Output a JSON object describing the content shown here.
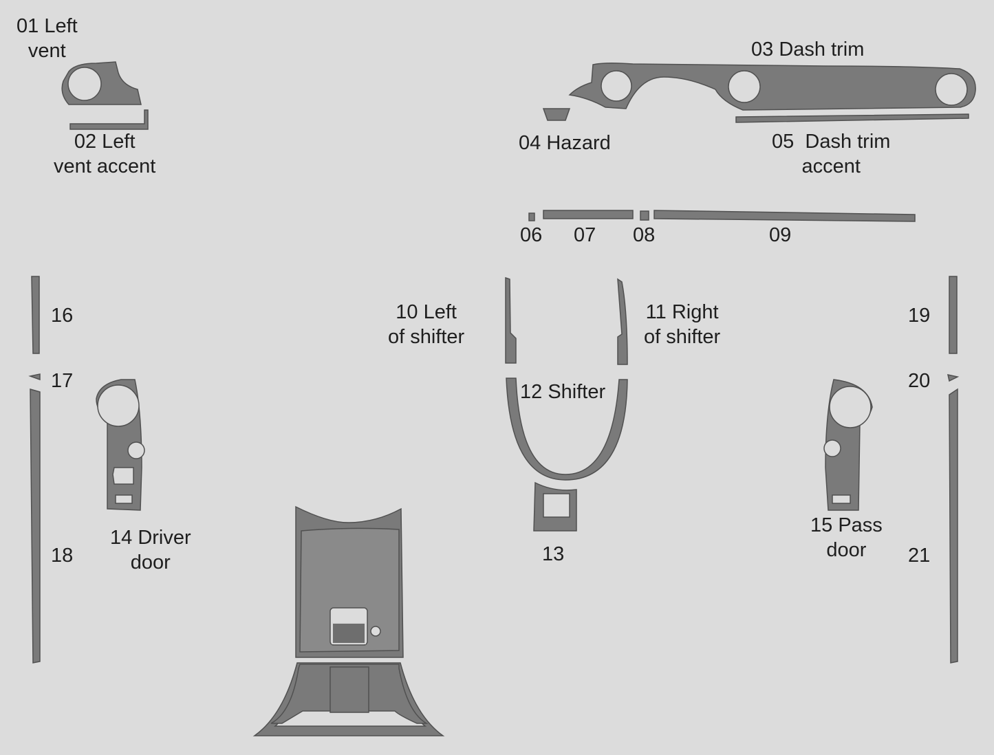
{
  "colors": {
    "background": "#dcdcdc",
    "part_fill": "#7a7a7a",
    "part_outline": "#505050",
    "text": "#1e1e1e"
  },
  "labels": {
    "p01": "01 Left\nvent",
    "p02": "02 Left\nvent accent",
    "p03": "03 Dash trim",
    "p04": "04 Hazard",
    "p05": "05  Dash trim\naccent",
    "p06": "06",
    "p07": "07",
    "p08": "08",
    "p09": "09",
    "p10": "10 Left\nof shifter",
    "p11": "11 Right\nof shifter",
    "p12": "12 Shifter",
    "p13": "13",
    "p14": "14 Driver\ndoor",
    "p15": "15 Pass\ndoor",
    "p16": "16",
    "p17": "17",
    "p18": "18",
    "p19": "19",
    "p20": "20",
    "p21": "21"
  }
}
